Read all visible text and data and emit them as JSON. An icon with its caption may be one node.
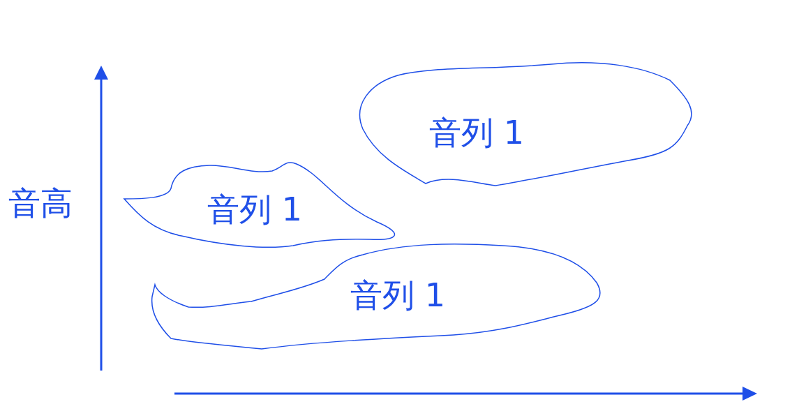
{
  "diagram": {
    "nodes": [
      {
        "text": [
          "音列 1"
        ]
      },
      {
        "text": [
          "音列 1"
        ]
      },
      {
        "text": [
          "音列 1"
        ]
      }
    ],
    "labels": [
      "音高"
    ]
  }
}
